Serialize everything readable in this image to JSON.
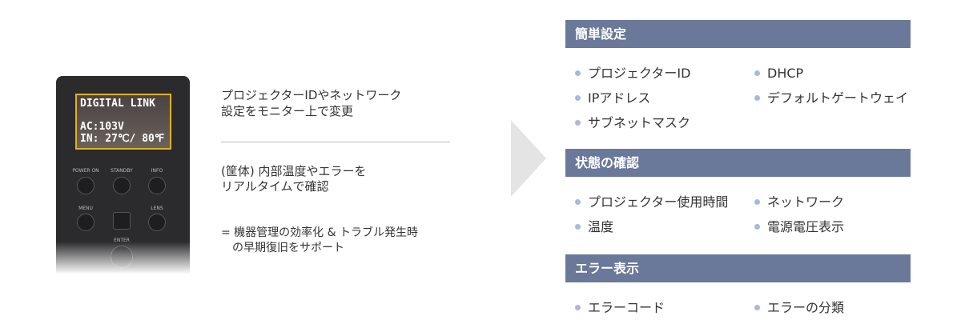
{
  "device": {
    "screen_lines": [
      "DIGITAL LINK",
      "AC:103V",
      "IN: 27℃/ 80℉"
    ],
    "buttons": [
      "POWER ON",
      "STANDBY",
      "INFO",
      "MENU",
      "LENS",
      "ENTER"
    ]
  },
  "description": {
    "line1": "プロジェクターIDやネットワーク",
    "line2": "設定をモニター上で変更",
    "line3": "(筐体) 内部温度やエラーを",
    "line4": "リアルタイムで確認",
    "line5": "= 機器管理の効率化 & トラブル発生時",
    "line6": "の早期復旧をサポート"
  },
  "sections": [
    {
      "title": "簡単設定",
      "items": [
        "プロジェクターID",
        "DHCP",
        "IPアドレス",
        "デフォルトゲートウェイ",
        "サブネットマスク"
      ]
    },
    {
      "title": "状態の確認",
      "items": [
        "プロジェクター使用時間",
        "ネットワーク",
        "温度",
        "電源電圧表示"
      ]
    },
    {
      "title": "エラー表示",
      "items": [
        "エラーコード",
        "エラーの分類"
      ]
    }
  ],
  "colors": {
    "header": "#6a7899",
    "bullet": "#a9b8e0",
    "screen_border": "#e2b020"
  }
}
